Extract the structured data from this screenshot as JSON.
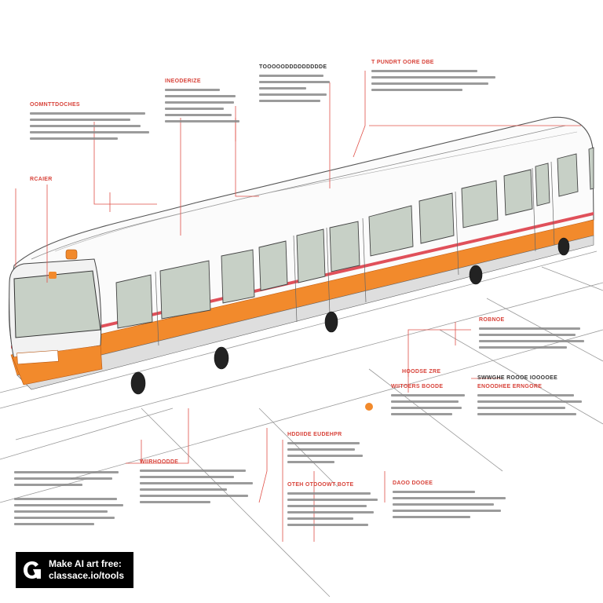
{
  "callouts": [
    {
      "id": "c1",
      "heading": "OOMNTTDOCHES"
    },
    {
      "id": "c2",
      "heading": "INEODERIZE"
    },
    {
      "id": "c3",
      "heading": "TOOOOODDDDDDDDDE"
    },
    {
      "id": "c4",
      "heading": "T PUNDRT OORE DBE"
    },
    {
      "id": "c5",
      "heading": "RCAIER"
    },
    {
      "id": "c6",
      "heading": "ROBNOE"
    },
    {
      "id": "c7",
      "heading": "HOODSE ZRE"
    },
    {
      "id": "c8",
      "heading": "WIITOERS BOODE"
    },
    {
      "id": "c9",
      "heading": "SWWGHE ROOOE IOOOOEE"
    },
    {
      "id": "c10",
      "heading": "ENOODHEE ERNGORE"
    },
    {
      "id": "c11",
      "heading": "HDDIIDE EUDEHPR"
    },
    {
      "id": "c12",
      "heading": "WIIRHOODDE"
    },
    {
      "id": "c13",
      "heading": "OTEH OTDOOWT BOTE"
    },
    {
      "id": "c14",
      "heading": "DAOO DOOEE"
    }
  ],
  "watermark": {
    "line1": "Make AI art free:",
    "line2": "classace.io/tools"
  }
}
